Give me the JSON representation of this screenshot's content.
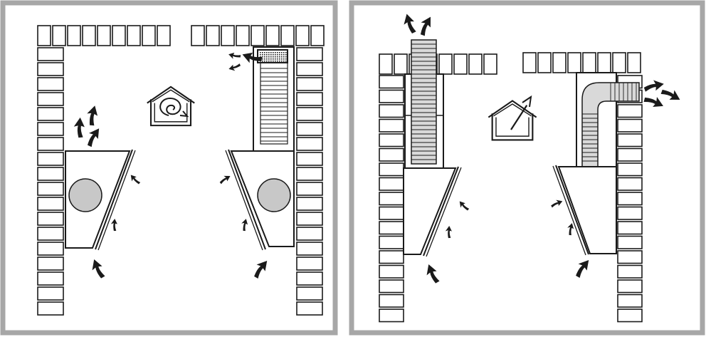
{
  "figure": {
    "panels": [
      {
        "mode": "recirculation",
        "symbol": "house-recirculation-icon",
        "hoods": 2,
        "exhaust": "front-grille"
      },
      {
        "mode": "extraction",
        "symbol": "house-extraction-icon",
        "hoods": 2,
        "exhaust": "outside-through-duct"
      }
    ],
    "colors": {
      "frame": "#a7a7a7",
      "line": "#1a1a1a",
      "fan": "#c8c8c8",
      "duct": "#d9d9d9",
      "background": "#ffffff"
    }
  }
}
